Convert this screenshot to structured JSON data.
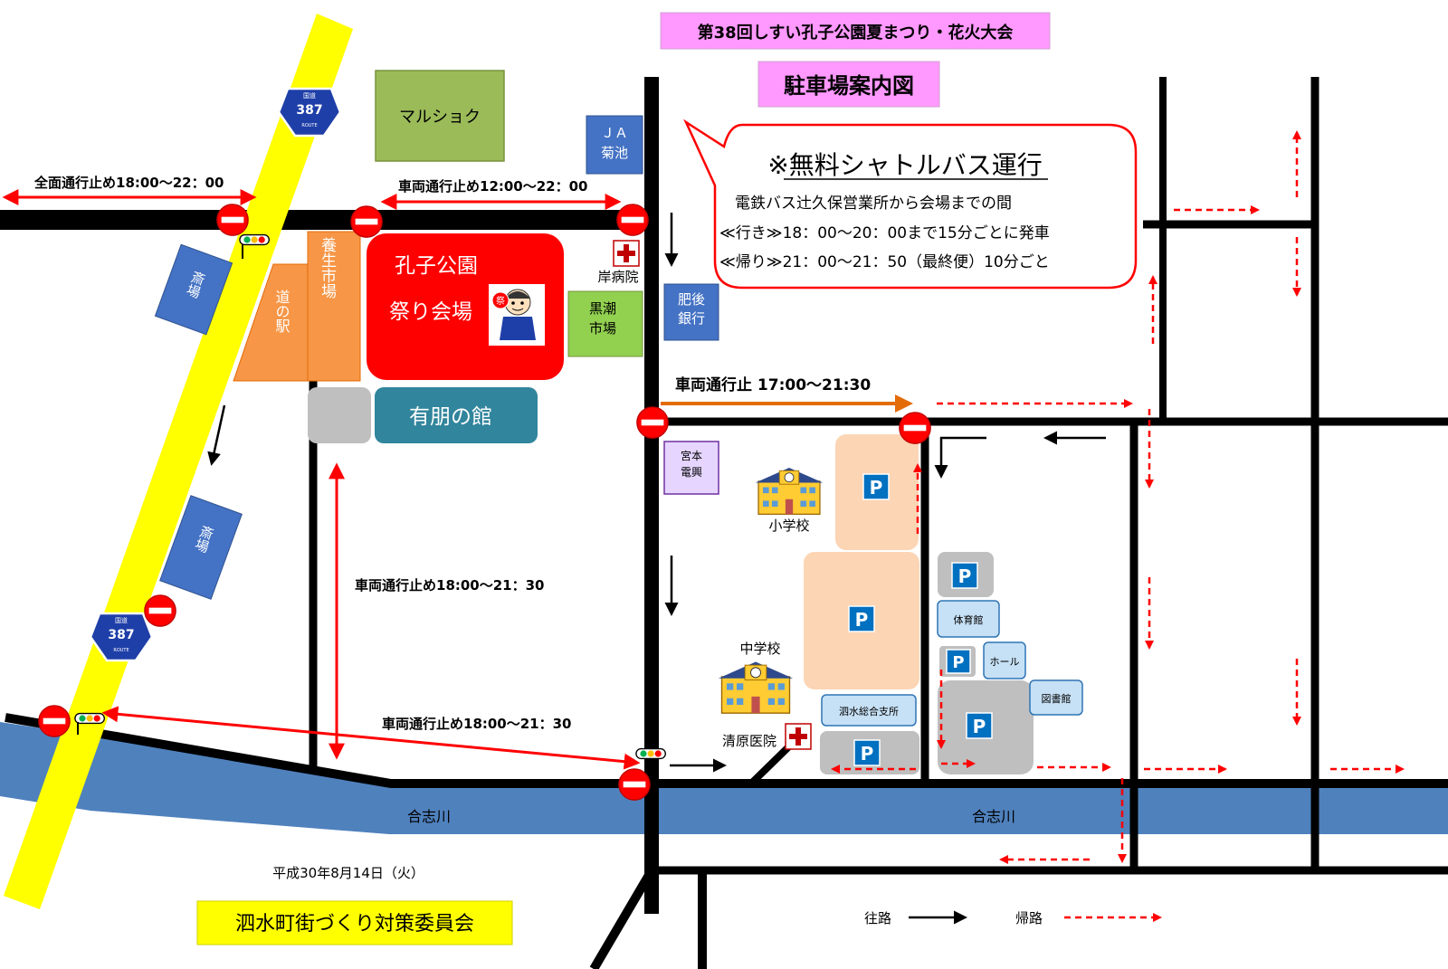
{
  "header": {
    "event_title": "第38回しすい孔子公園夏まつり・花火大会",
    "map_title": "駐車場案内図"
  },
  "shuttle": {
    "title": "※無料シャトルバス運行",
    "line1": "電鉄バス辻久保営業所から会場までの間",
    "line2": "≪行き≫18：00～20：00まで15分ごとに発車",
    "line3": "≪帰り≫21：00～21：50（最終便）10分ごと"
  },
  "closures": {
    "full_closure": "全面通行止め18:00～22：00",
    "vehicle_noon": "車両通行止め12:00～22：00",
    "vehicle_evening": "車両通行止 17:00～21:30",
    "vehicle_vertical": "車両通行止め18:00～21：30",
    "vehicle_river": "車両通行止め18:00～21：30"
  },
  "route_sign": {
    "label": "国道",
    "number": "387",
    "route_word": "ROUTE"
  },
  "places": {
    "marushoku": "マルショク",
    "ja_line1": "ＪＡ",
    "ja_line2": "菊池",
    "kishi_hospital": "岸病院",
    "kuroshio_line1": "黒潮",
    "kuroshio_line2": "市場",
    "higo_line1": "肥後",
    "higo_line2": "銀行",
    "saijo": "斎場",
    "michinoeki": "道の駅",
    "yousei": "養生市場",
    "festival_line1": "孔子公園",
    "festival_line2": "祭り会場",
    "festival_mascot_char": "祭",
    "ariake": "有朋の館",
    "miyamoto_line1": "宮本",
    "miyamoto_line2": "電興",
    "elementary": "小学校",
    "junior_high": "中学校",
    "kiyohara": "清原医院",
    "gym": "体育館",
    "hall": "ホール",
    "library": "図書館",
    "branch_office": "泗水総合支所",
    "river": "合志川",
    "parking_symbol": "P"
  },
  "footer": {
    "date": "平成30年8月14日（火）",
    "committee": "泗水町街づくり対策委員会"
  },
  "legend": {
    "outbound": "往路",
    "return": "帰路"
  },
  "colors": {
    "road": "#000000",
    "highway": "#ffff00",
    "river": "#4f81bd",
    "closure_arrow": "#ff0000",
    "return_route": "#ff0000",
    "blue_building": "#4472c4",
    "festival_venue": "#ff0000",
    "ariake": "#31859c",
    "michinoeki": "#f79646",
    "green_building": "#92d050",
    "parking_lot": "#fcd5b5",
    "parking_sign": "#0070c0",
    "header_title_bg": "#ff99ff",
    "orange_arrow": "#e36c09"
  }
}
